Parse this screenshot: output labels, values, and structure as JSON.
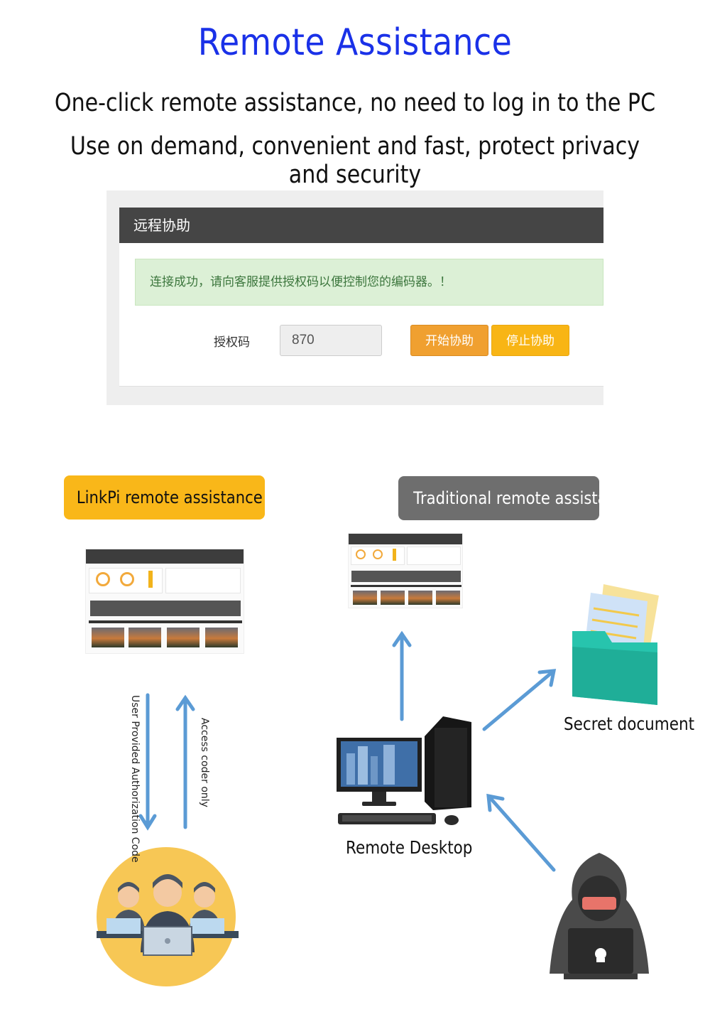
{
  "header": {
    "title": "Remote Assistance",
    "subtitle_line1": "One-click remote assistance, no need to log in to the PC",
    "subtitle_line2": "Use on demand, convenient and fast, protect privacy and security"
  },
  "panel": {
    "title": "远程协助",
    "alert": "连接成功，请向客服提供授权码以便控制您的编码器。！",
    "auth_label": "授权码",
    "auth_value": "870",
    "start_button": "开始协助",
    "stop_button": "停止协助"
  },
  "comparison": {
    "linkpi_label": "LinkPi remote assistance",
    "traditional_label": "Traditional remote assistance",
    "arrow_down_label": "User Provided Authorization Code",
    "arrow_up_label": "Access coder only",
    "remote_desktop_label": "Remote Desktop",
    "secret_document_label": "Secret document"
  },
  "colors": {
    "title_blue": "#1a31e8",
    "linkpi_yellow": "#f9b719",
    "traditional_gray": "#6e6e6e",
    "arrow_blue": "#5b9bd5"
  },
  "icons": [
    "dashboard-thumbnail-icon",
    "support-team-icon",
    "desktop-computer-icon",
    "folder-document-icon",
    "hacker-icon"
  ]
}
